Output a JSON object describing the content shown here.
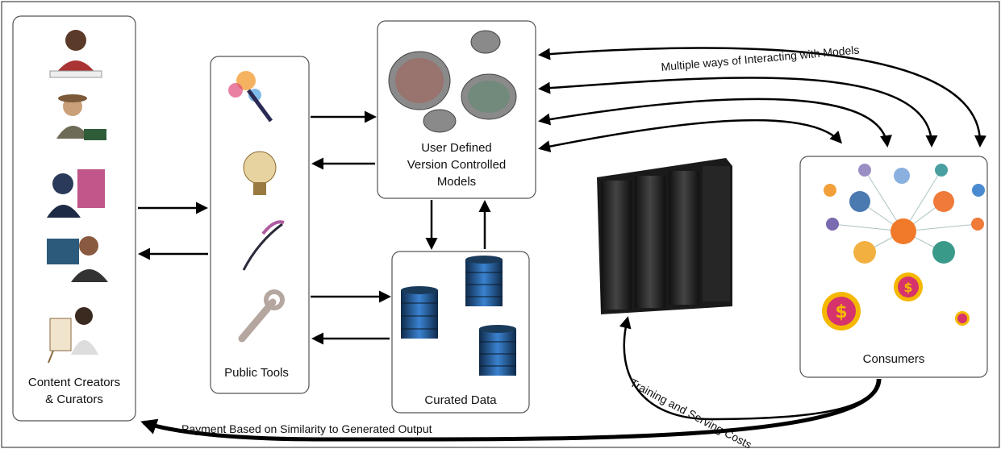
{
  "nodes": {
    "creators": {
      "label_line1": "Content Creators",
      "label_line2": "& Curators"
    },
    "tools": {
      "label": "Public Tools"
    },
    "models": {
      "label_line1": "User Defined",
      "label_line2": "Version Controlled",
      "label_line3": "Models"
    },
    "data": {
      "label": "Curated Data"
    },
    "consumers": {
      "label": "Consumers"
    }
  },
  "edges": {
    "interact": "Multiple ways of Interacting with Models",
    "costs": "Training and Serving Costs",
    "payment": "Payment Based on Similarity to Generated Output"
  },
  "icons": {
    "creators": [
      "writer-person-icon",
      "typewriter-person-icon",
      "headphones-computer-person-icon",
      "programmer-person-icon",
      "painter-person-icon"
    ],
    "tools": [
      "paint-pen-icon",
      "lightbulb-icon",
      "quill-pen-icon",
      "wrench-icon"
    ],
    "data": [
      "database-stack-icon",
      "database-stack-icon",
      "database-stack-icon"
    ],
    "consumers": [
      "people-network-icon",
      "dollar-coin-icon",
      "dollar-coin-icon",
      "dollar-coin-icon"
    ],
    "server": "server-rack-icon",
    "models": "speech-bubbles-icon"
  },
  "colors": {
    "box_stroke": "#555555",
    "arrow": "#000000",
    "server_body": "#2a2a2a",
    "db_blue": "#2b6cb0",
    "coin_magenta": "#d6336c",
    "coin_yellow": "#f5b800"
  }
}
